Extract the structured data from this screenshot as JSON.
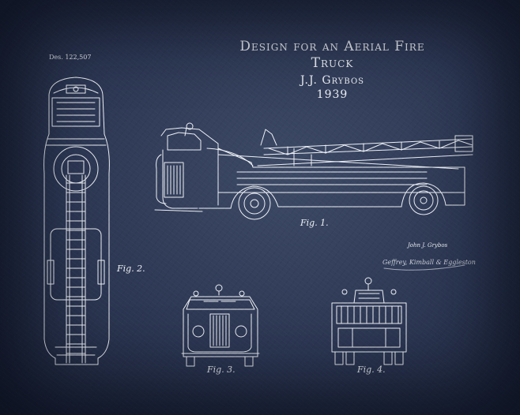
{
  "title": {
    "line1": "Design for an Aerial Fire",
    "line2": "Truck",
    "inventor": "J.J. Grybos",
    "year": "1939"
  },
  "patent_number": "Des. 122,507",
  "figures": {
    "fig1": "Fig. 1.",
    "fig2": "Fig. 2.",
    "fig3": "Fig. 3.",
    "fig4": "Fig. 4."
  },
  "signature": {
    "inventor": "John J. Grybos",
    "attorney": "Geffrey, Kimball & Eggleston"
  },
  "colors": {
    "background": "#2c3753",
    "ink": "#eef1f6"
  }
}
